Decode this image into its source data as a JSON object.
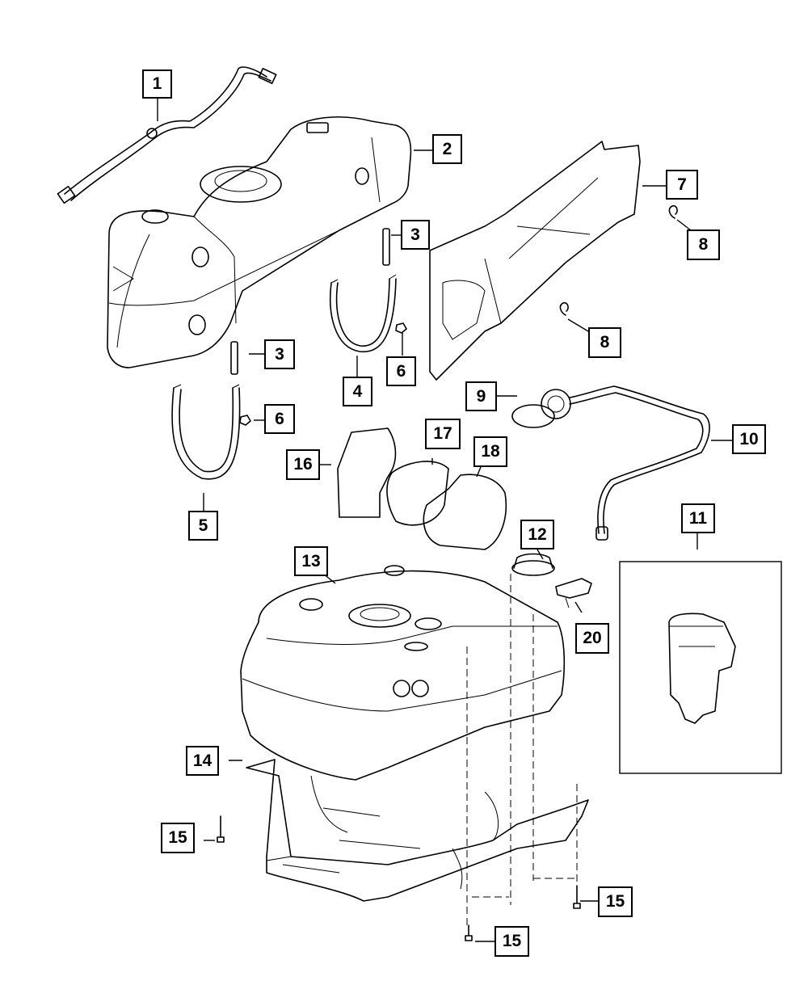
{
  "callouts": [
    {
      "id": "c1",
      "label": "1"
    },
    {
      "id": "c2",
      "label": "2"
    },
    {
      "id": "c3a",
      "label": "3"
    },
    {
      "id": "c3b",
      "label": "3"
    },
    {
      "id": "c4",
      "label": "4"
    },
    {
      "id": "c5",
      "label": "5"
    },
    {
      "id": "c6a",
      "label": "6"
    },
    {
      "id": "c6b",
      "label": "6"
    },
    {
      "id": "c7",
      "label": "7"
    },
    {
      "id": "c8a",
      "label": "8"
    },
    {
      "id": "c8b",
      "label": "8"
    },
    {
      "id": "c9",
      "label": "9"
    },
    {
      "id": "c10",
      "label": "10"
    },
    {
      "id": "c11",
      "label": "11"
    },
    {
      "id": "c12",
      "label": "12"
    },
    {
      "id": "c13",
      "label": "13"
    },
    {
      "id": "c14",
      "label": "14"
    },
    {
      "id": "c15a",
      "label": "15"
    },
    {
      "id": "c15b",
      "label": "15"
    },
    {
      "id": "c15c",
      "label": "15"
    },
    {
      "id": "c16",
      "label": "16"
    },
    {
      "id": "c17",
      "label": "17"
    },
    {
      "id": "c18",
      "label": "18"
    },
    {
      "id": "c20",
      "label": "20"
    }
  ]
}
